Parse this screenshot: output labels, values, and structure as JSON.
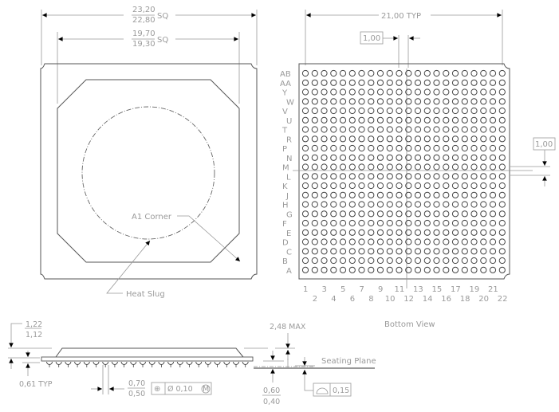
{
  "top_view": {
    "outer_dim_top": "23,20",
    "outer_dim_bottom": "22,80",
    "outer_dim_suffix": "SQ",
    "inner_dim_top": "19,70",
    "inner_dim_bottom": "19,30",
    "inner_dim_suffix": "SQ",
    "a1_corner_label": "A1 Corner",
    "heat_slug_label": "Heat Slug"
  },
  "bottom_view": {
    "title": "Bottom View",
    "span_dim": "21,00 TYP",
    "pitch_x_dim": "1,00",
    "pitch_y_dim": "1,00",
    "row_labels": [
      "AB",
      "AA",
      "Y",
      "W",
      "V",
      "U",
      "T",
      "R",
      "P",
      "N",
      "M",
      "L",
      "K",
      "J",
      "H",
      "G",
      "F",
      "E",
      "D",
      "C",
      "B",
      "A"
    ],
    "col_labels_odd": [
      "1",
      "3",
      "5",
      "7",
      "9",
      "11",
      "13",
      "15",
      "17",
      "19",
      "21"
    ],
    "col_labels_even": [
      "2",
      "4",
      "6",
      "8",
      "10",
      "12",
      "14",
      "16",
      "18",
      "20",
      "22"
    ],
    "grid_rows": 22,
    "grid_cols": 22
  },
  "side_view": {
    "body_height_top": "1,22",
    "body_height_bottom": "1,12",
    "ball_height": "0,61 TYP",
    "ball_dia_top": "0,70",
    "ball_dia_bottom": "0,50",
    "position_tol": "Ø 0,10",
    "position_symbol": "⊕",
    "max_mode": "M",
    "total_height": "2,48 MAX",
    "standoff_top": "0,60",
    "standoff_bottom": "0,40",
    "seating_plane_label": "Seating Plane",
    "coplanarity": "0,15"
  }
}
